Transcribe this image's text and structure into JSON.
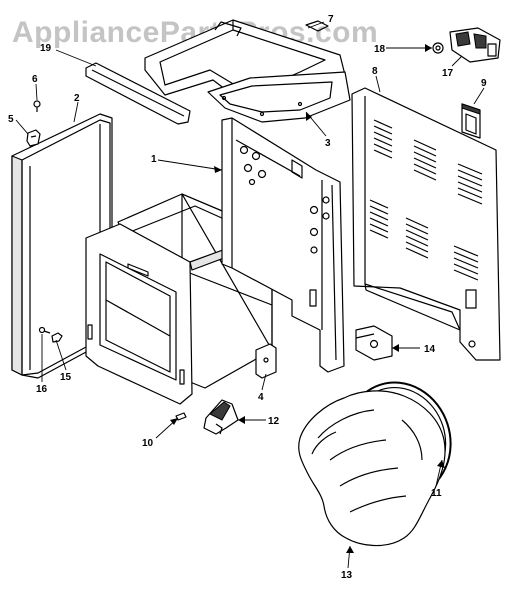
{
  "watermark": {
    "text": "AppliancePartsPros.com"
  },
  "callouts": [
    {
      "id": "1",
      "label": "1"
    },
    {
      "id": "2",
      "label": "2"
    },
    {
      "id": "3",
      "label": "3"
    },
    {
      "id": "4",
      "label": "4"
    },
    {
      "id": "5",
      "label": "5"
    },
    {
      "id": "6",
      "label": "6"
    },
    {
      "id": "7",
      "label": "7"
    },
    {
      "id": "8",
      "label": "8"
    },
    {
      "id": "9",
      "label": "9"
    },
    {
      "id": "10",
      "label": "10"
    },
    {
      "id": "11",
      "label": "11"
    },
    {
      "id": "12",
      "label": "12"
    },
    {
      "id": "13",
      "label": "13"
    },
    {
      "id": "14",
      "label": "14"
    },
    {
      "id": "15",
      "label": "15"
    },
    {
      "id": "16",
      "label": "16"
    },
    {
      "id": "17",
      "label": "17"
    },
    {
      "id": "18",
      "label": "18"
    },
    {
      "id": "19",
      "label": "19"
    }
  ]
}
